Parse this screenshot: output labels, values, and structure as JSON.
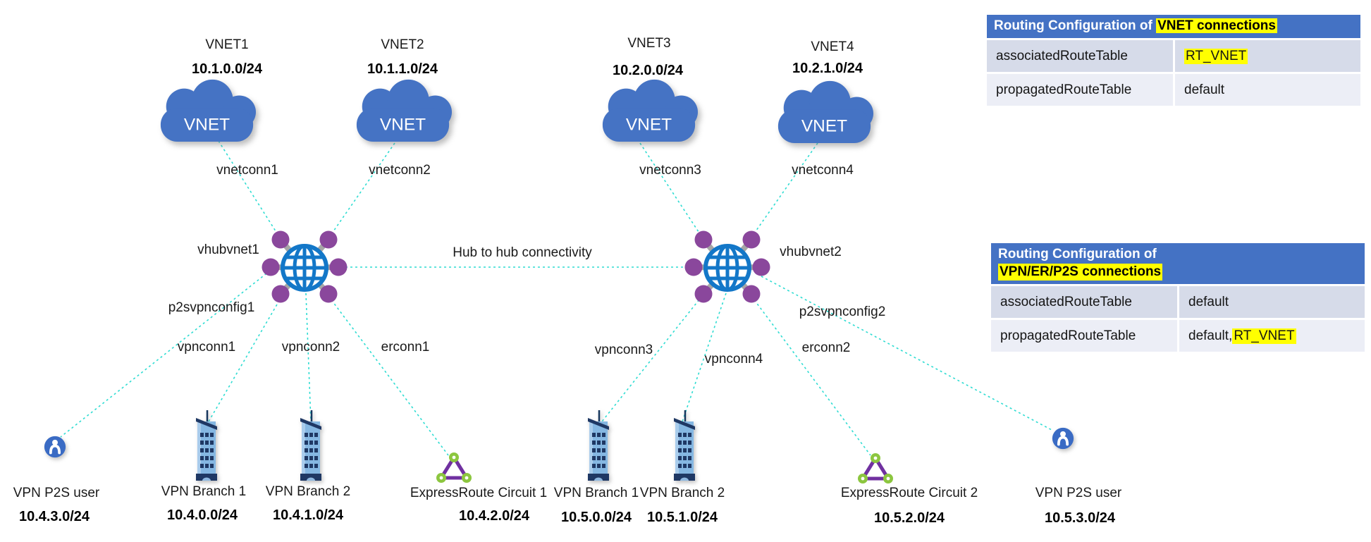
{
  "vnet_icon_label": "VNET",
  "vnets": [
    {
      "name": "VNET1",
      "cidr": "10.1.0.0/24"
    },
    {
      "name": "VNET2",
      "cidr": "10.1.1.0/24"
    },
    {
      "name": "VNET3",
      "cidr": "10.2.0.0/24"
    },
    {
      "name": "VNET4",
      "cidr": "10.2.1.0/24"
    }
  ],
  "hubs": [
    {
      "name": "vhubvnet1"
    },
    {
      "name": "vhubvnet2"
    }
  ],
  "connections": {
    "vnetconn1": "vnetconn1",
    "vnetconn2": "vnetconn2",
    "vnetconn3": "vnetconn3",
    "vnetconn4": "vnetconn4",
    "p2svpnconfig1": "p2svpnconfig1",
    "p2svpnconfig2": "p2svpnconfig2",
    "vpnconn1": "vpnconn1",
    "vpnconn2": "vpnconn2",
    "vpnconn3": "vpnconn3",
    "vpnconn4": "vpnconn4",
    "erconn1": "erconn1",
    "erconn2": "erconn2",
    "hub_to_hub": "Hub to hub connectivity"
  },
  "endpoints": [
    {
      "label": "VPN P2S user",
      "cidr": "10.4.3.0/24",
      "type": "p2s-user"
    },
    {
      "label": "VPN Branch 1",
      "cidr": "10.4.0.0/24",
      "type": "vpn-branch"
    },
    {
      "label": "VPN Branch 2",
      "cidr": "10.4.1.0/24",
      "type": "vpn-branch"
    },
    {
      "label": "ExpressRoute Circuit 1",
      "cidr": "10.4.2.0/24",
      "type": "expressroute"
    },
    {
      "label": "VPN Branch 1",
      "cidr": "10.5.0.0/24",
      "type": "vpn-branch"
    },
    {
      "label": "VPN Branch 2",
      "cidr": "10.5.1.0/24",
      "type": "vpn-branch"
    },
    {
      "label": "ExpressRoute Circuit 2",
      "cidr": "10.5.2.0/24",
      "type": "expressroute"
    },
    {
      "label": "VPN P2S user",
      "cidr": "10.5.3.0/24",
      "type": "p2s-user"
    }
  ],
  "tables": [
    {
      "title_prefix": "Routing Configuration of ",
      "title_highlight": "VNET connections",
      "rows": [
        {
          "key": "associatedRouteTable",
          "value_plain": "",
          "value_highlight": "RT_VNET"
        },
        {
          "key": "propagatedRouteTable",
          "value_plain": "default",
          "value_highlight": ""
        }
      ]
    },
    {
      "title_prefix": "Routing Configuration of",
      "title_highlight": "VPN/ER/P2S connections",
      "rows": [
        {
          "key": "associatedRouteTable",
          "value_plain": "default",
          "value_highlight": ""
        },
        {
          "key": "propagatedRouteTable",
          "value_plain": "default, ",
          "value_highlight": "RT_VNET"
        }
      ]
    }
  ],
  "colors": {
    "table_header_blue": "#4472C4",
    "highlight_yellow": "#FFFF00",
    "cloud_blue": "#4573C4",
    "globe_blue": "#1377C8",
    "hub_node_purple": "#8A479C",
    "spoke_gray": "#A6A6A6",
    "connection_teal": "#2EDCD2",
    "building_navy": "#1F3864",
    "er_purple": "#7030A0",
    "er_green": "#8CC63F"
  }
}
